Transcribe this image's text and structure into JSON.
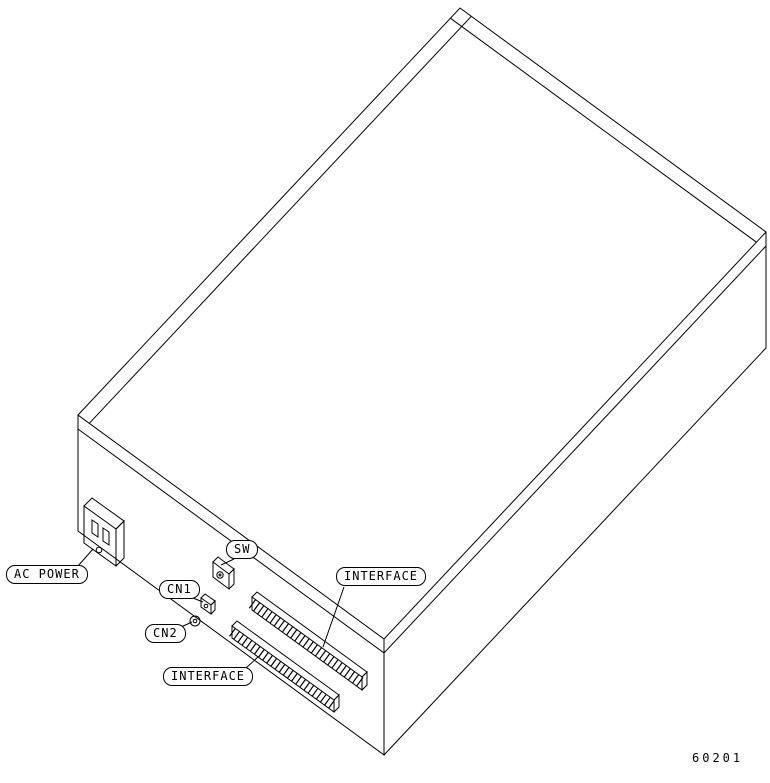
{
  "page": {
    "background": "#ffffff",
    "line_color": "#000000"
  },
  "labels": {
    "ac_power": "AC POWER",
    "sw": "SW",
    "cn1": "CN1",
    "cn2": "CN2",
    "interface_top": "INTERFACE",
    "interface_bottom": "INTERFACE"
  },
  "figure_number": "60201"
}
